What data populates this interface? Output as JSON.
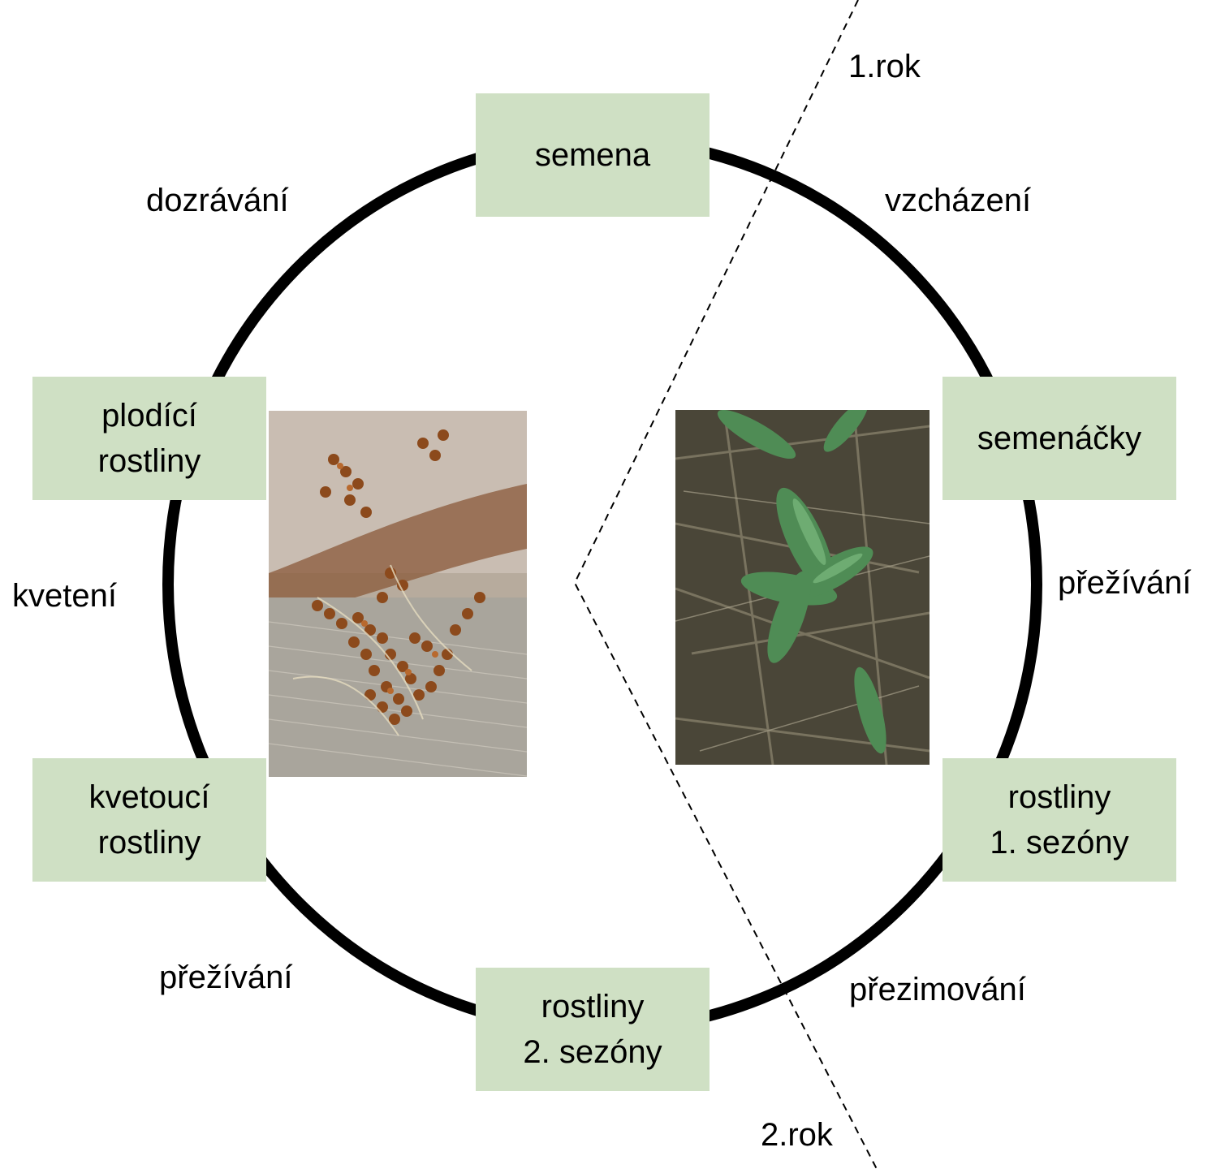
{
  "stages": {
    "semena": [
      "semena"
    ],
    "semenacky": [
      "semenáčky"
    ],
    "rostliny1": [
      "rostliny",
      "1. sezóny"
    ],
    "rostliny2": [
      "rostliny",
      "2. sezóny"
    ],
    "kvetouci": [
      "kvetoucí",
      "rostliny"
    ],
    "plodici": [
      "plodící",
      "rostliny"
    ]
  },
  "transitions": {
    "vzchazeni": "vzcházení",
    "prezivani_right": "přežívání",
    "prezimovani": "přezimování",
    "prezivani_left": "přežívání",
    "kveteni": "kvetení",
    "dozravani": "dozrávání"
  },
  "years": {
    "first": "1.rok",
    "second": "2.rok"
  },
  "colors": {
    "box_fill": "#cfe0c4",
    "circle_stroke": "#000000"
  },
  "images": {
    "left": "seeds-photo",
    "right": "seedling-photo"
  }
}
